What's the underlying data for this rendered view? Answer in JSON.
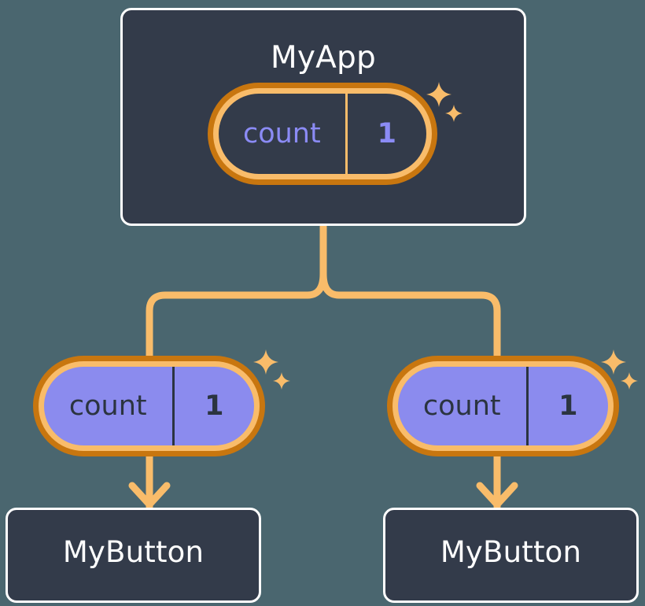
{
  "diagram": {
    "title": "React state propagation tree",
    "background_color": "#4a666f",
    "accent_orange": "#f9bc6a",
    "accent_orange_dark": "#c8760f",
    "card_fill": "#333b4a",
    "card_border": "#ffffff",
    "pill_leaf_fill": "#8b8bee",
    "pill_root_text": "#8b8bf5",
    "pill_leaf_text": "#2b3440"
  },
  "root": {
    "card_label": "MyApp",
    "state": {
      "key": "count",
      "value": "1"
    },
    "sparkle_large": "sparkle-icon",
    "sparkle_small": "sparkle-icon"
  },
  "children": [
    {
      "card_label": "MyButton",
      "state": {
        "key": "count",
        "value": "1"
      }
    },
    {
      "card_label": "MyButton",
      "state": {
        "key": "count",
        "value": "1"
      }
    }
  ]
}
